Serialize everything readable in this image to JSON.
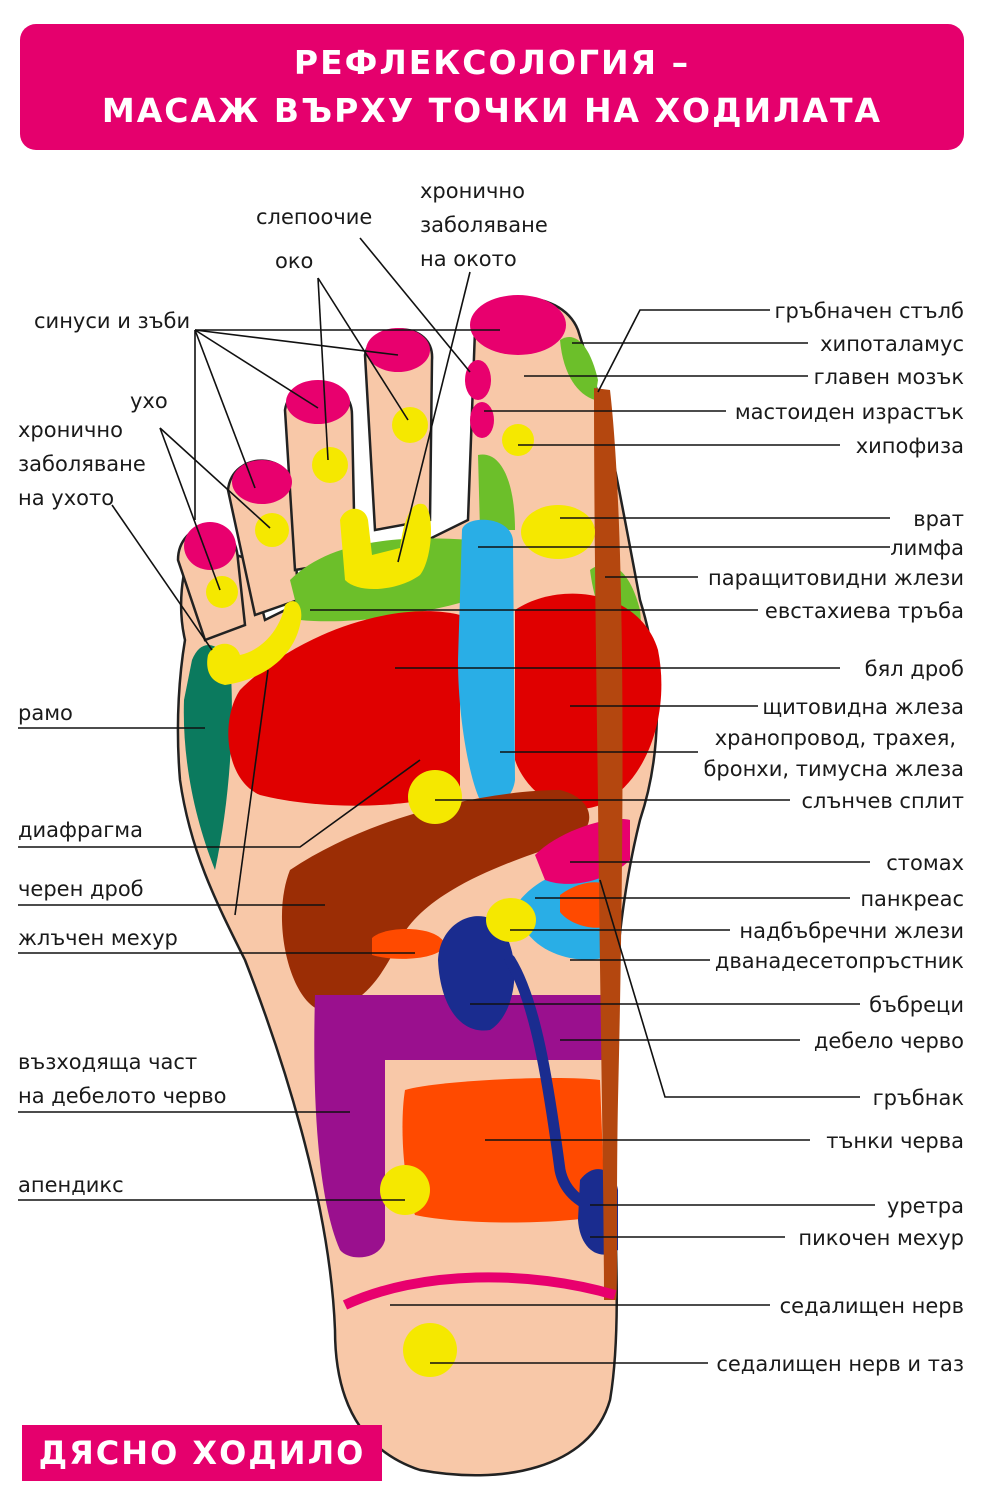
{
  "title": {
    "line1": "РЕФЛЕКСОЛОГИЯ –",
    "line2": "МАСАЖ ВЪРХУ ТОЧКИ НА ХОДИЛАТА"
  },
  "footer": "ДЯСНО ХОДИЛО",
  "colors": {
    "header": "#e5006d",
    "skin": "#f8c8a8",
    "red": "#e00000",
    "blue": "#29aee6",
    "yellow": "#f5e800",
    "green": "#6cbf2a",
    "teal": "#0b7a5e",
    "brown": "#9b2d05",
    "magenta": "#e8006e",
    "orange": "#ff4a00",
    "purple": "#9a108e",
    "navy": "#1a2c8f",
    "spine": "#b4470f"
  },
  "labels": {
    "slepoochie": "слепоочие",
    "oko": "око",
    "hron_oko_1": "хронично",
    "hron_oko_2": "заболяване",
    "hron_oko_3": "на окото",
    "sinusi": "синуси и зъби",
    "uho": "ухо",
    "hron_uho_1": "хронично",
    "hron_uho_2": "заболяване",
    "hron_uho_3": "на ухото",
    "ramo": "рамо",
    "diafragma": "диафрагма",
    "cheren_drob": "черен дроб",
    "zhalchen": "жлъчен мехур",
    "vazhodyashta_1": "възходяща част",
    "vazhodyashta_2": "на дебелото черво",
    "apendiks": "апендикс",
    "grabnachen": "гръбначен стълб",
    "hipotalamus": "хипоталамус",
    "glaven_mozak": "главен мозък",
    "mastoiden": "мастоиден израстък",
    "hipofiza": "хипофиза",
    "vrat": "врат",
    "limfa": "лимфа",
    "parashtitovidni": "паращитовидни жлези",
    "evstahieva": "евстахиева тръба",
    "byal_drob": "бял дроб",
    "shtitovidna": "щитовидна жлеза",
    "hranoprovod_1": "хранопровод, трахея,",
    "hranoprovod_2": "бронхи, тимусна жлеза",
    "slanchev": "слънчев сплит",
    "stomah": "стомах",
    "pankreas": "панкреас",
    "nadbabrechni": "надбъбречни жлези",
    "dvanadeseto": "дванадесетопръстник",
    "babreci": "бъбреци",
    "debelo": "дебело черво",
    "grabnak": "гръбнак",
    "tanki": "тънки черва",
    "uretra": "уретра",
    "pikochen": "пикочен мехур",
    "sedalishten": "седалищен нерв",
    "sedalishten_taz": "седалищен нерв и таз"
  }
}
